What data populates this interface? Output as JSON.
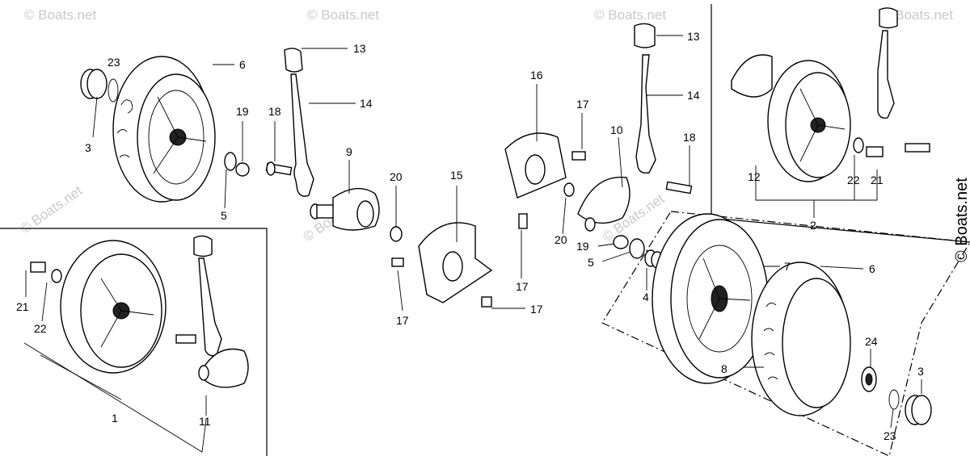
{
  "watermark": "© Boats.net",
  "callouts": [
    "1",
    "2",
    "3",
    "3",
    "4",
    "5",
    "5",
    "6",
    "6",
    "7",
    "8",
    "9",
    "10",
    "11",
    "12",
    "13",
    "13",
    "14",
    "14",
    "15",
    "16",
    "17",
    "17",
    "17",
    "17",
    "18",
    "18",
    "19",
    "19",
    "20",
    "20",
    "21",
    "21",
    "22",
    "22",
    "23",
    "23",
    "24"
  ]
}
